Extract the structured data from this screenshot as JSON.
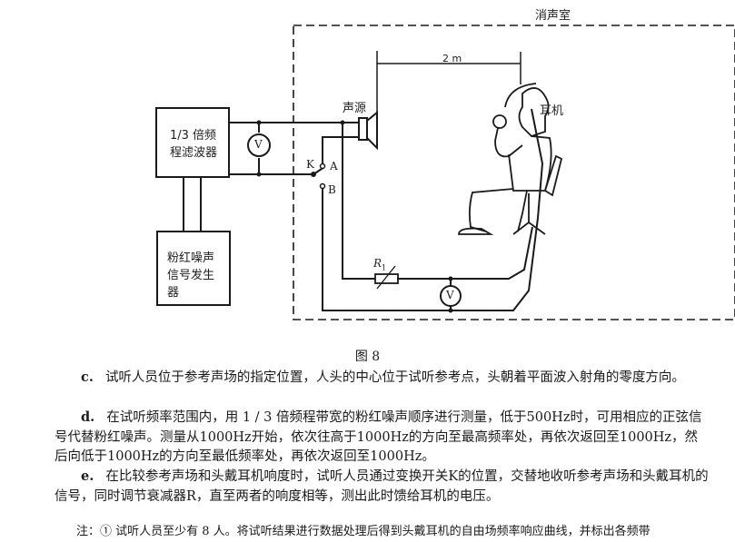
{
  "figure": {
    "room_label": "消声室",
    "distance_label": "2 m",
    "source_label": "声源",
    "headphone_label": "耳机",
    "filter_box": [
      "1/3 倍频",
      "程滤波器"
    ],
    "generator_box": [
      "粉红噪声",
      "信号发生",
      "器"
    ],
    "voltmeter_symbol": "V",
    "switch_label": "K",
    "switch_pos_a": "A",
    "switch_pos_b": "B",
    "resistor_label": "R",
    "resistor_sub": "1",
    "caption": "图 8"
  },
  "text": {
    "c_key": "c.",
    "c_body": "试听人员位于参考声场的指定位置，人头的中心位于试听参考点，头朝着平面波入射角的零度方向。",
    "d_key": "d.",
    "d_body": "在试听频率范围内，用 1 / 3 倍频程带宽的粉红噪声顺序进行测量，低于500Hz时，可用相应的正弦信号代替粉红噪声。测量从1000Hz开始，依次往高于1000Hz的方向至最高频率处，再依次返回至1000Hz，然后向低于1000Hz的方向至最低频率处，再依次返回至1000Hz。",
    "e_key": "e.",
    "e_body": "在比较参考声场和头戴耳机响度时，试听人员通过变换开关K的位置，交替地收听参考声场和头戴耳机的信号，同时调节衰减器R，直至两者的响度相等，测出此时馈给耳机的电压。",
    "note": "注：① 试听人员至少有 8 人。将试听结果进行数据处理后得到头戴耳机的自由场频率响应曲线，并标出各频带"
  }
}
